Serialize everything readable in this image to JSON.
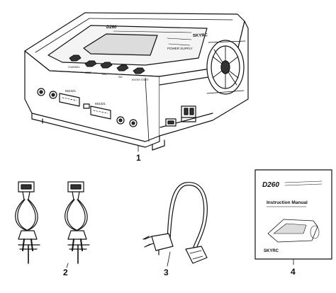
{
  "charger": {
    "brand": "SKYRC",
    "model_text": "D260",
    "screen_label": "POWER SUPPLY",
    "buttons": [
      "CHANNEL",
      "STOP",
      "DEC",
      "INC",
      "ENTER START"
    ],
    "left_ports_label": "654321",
    "right_ports_label": "654321"
  },
  "manual": {
    "model": "D260",
    "title": "Instruction Manual",
    "brand": "SKYRC"
  },
  "callouts": [
    "1",
    "2",
    "3",
    "4"
  ]
}
